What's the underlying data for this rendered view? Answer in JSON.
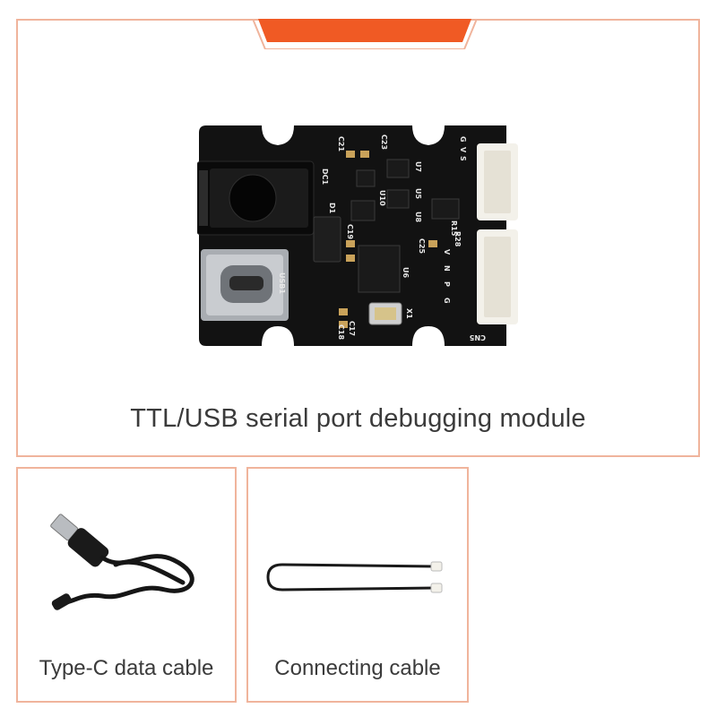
{
  "main": {
    "caption": "TTL/USB serial port debugging module"
  },
  "board": {
    "pin_labels": [
      "G",
      "V",
      "S",
      "V",
      "N",
      "P",
      "G"
    ],
    "silkscreen": [
      "DC1",
      "USB1",
      "D1",
      "C21",
      "C23",
      "U7",
      "U5",
      "U10",
      "U8",
      "R15",
      "C19",
      "C25",
      "R28",
      "U6",
      "C17",
      "C18",
      "X1",
      "CN5"
    ]
  },
  "accessories": [
    {
      "caption": "Type-C data cable",
      "icon": "usb-type-c-cable-icon"
    },
    {
      "caption": "Connecting cable",
      "icon": "connecting-cable-icon"
    }
  ],
  "colors": {
    "accent": "#f05a24",
    "border": "#f0b49c",
    "pcb": "#111111",
    "text": "#3b3b3b"
  }
}
